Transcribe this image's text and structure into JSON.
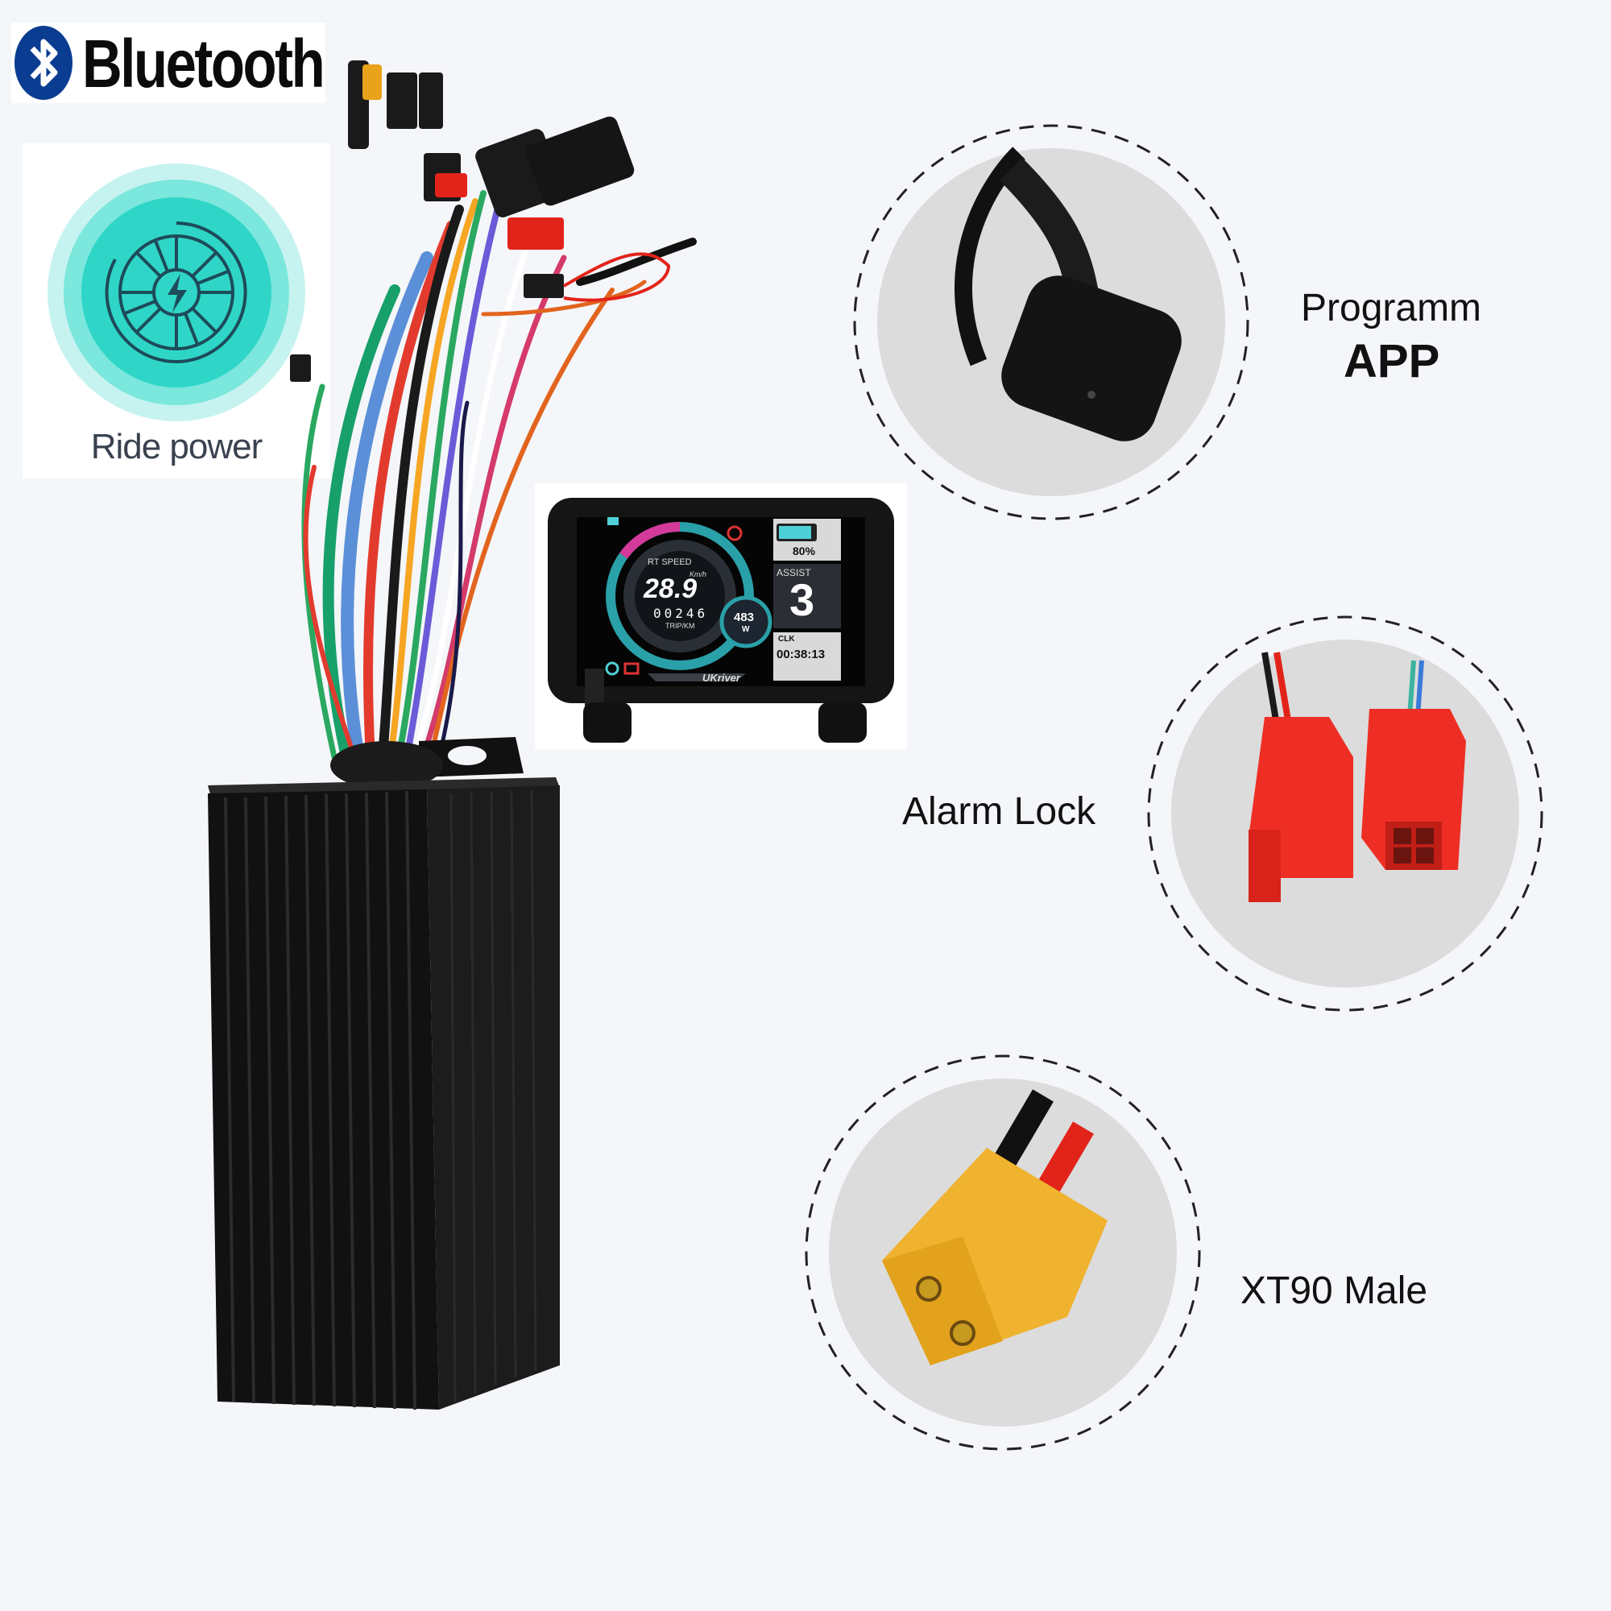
{
  "brand_badge": {
    "text": "Bluetooth",
    "color": "#0a3d91"
  },
  "ride_power": {
    "label": "Ride power",
    "accent": "#2fd6c8"
  },
  "display": {
    "brand": "UKriver",
    "speed_label": "RT SPEED",
    "speed": "28.9",
    "speed_unit": "Km/h",
    "trip": "00246",
    "trip_label": "TRIP/KM",
    "power": "483",
    "power_unit": "W",
    "battery": "80%",
    "assist_label": "ASSIST",
    "assist": "3",
    "clock_label": "CLK",
    "clock": "00:38:13"
  },
  "features": [
    {
      "line1": "Programm",
      "line2": "APP",
      "icon": "program-cable-icon"
    },
    {
      "line1": "Alarm Lock",
      "icon": "alarm-connector-icon"
    },
    {
      "line1": "XT90 Male",
      "icon": "xt90-connector-icon"
    }
  ]
}
